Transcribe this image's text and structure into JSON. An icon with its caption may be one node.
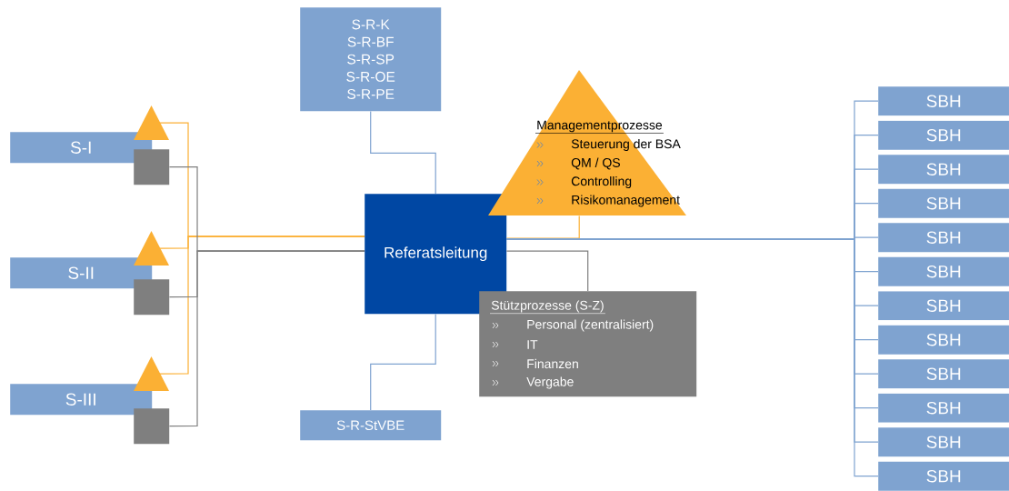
{
  "diagram": {
    "nodes": [
      {
        "text": [
          "S-R-K",
          "S-R-BF",
          "S-R-SP",
          "S-R-OE",
          "S-R-PE"
        ]
      },
      {
        "text": [
          "Referatsleitung"
        ]
      },
      {
        "text": [
          "Managementprozesse",
          "Steuerung der BSA",
          "QM / QS",
          "Controlling",
          "Risikomanagement"
        ]
      },
      {
        "text": [
          "Stützprozesse (S-Z)",
          "Personal (zentralisiert)",
          "IT",
          "Finanzen",
          "Vergabe"
        ]
      },
      {
        "text": [
          "S-R-StVBE"
        ]
      },
      {
        "text": [
          "S-I"
        ]
      },
      {
        "text": [
          "S-II"
        ]
      },
      {
        "text": [
          "S-III"
        ]
      },
      {
        "text": [],
        "shape": "triangle"
      },
      {
        "text": [],
        "shape": "box"
      },
      {
        "text": [],
        "shape": "triangle"
      },
      {
        "text": [],
        "shape": "box"
      },
      {
        "text": [],
        "shape": "triangle"
      },
      {
        "text": [],
        "shape": "box"
      },
      {
        "text": [
          "SBH"
        ]
      },
      {
        "text": [
          "SBH"
        ]
      },
      {
        "text": [
          "SBH"
        ]
      },
      {
        "text": [
          "SBH"
        ]
      },
      {
        "text": [
          "SBH"
        ]
      },
      {
        "text": [
          "SBH"
        ]
      },
      {
        "text": [
          "SBH"
        ]
      },
      {
        "text": [
          "SBH"
        ]
      },
      {
        "text": [
          "SBH"
        ]
      },
      {
        "text": [
          "SBH"
        ]
      },
      {
        "text": [
          "SBH"
        ]
      },
      {
        "text": [
          "SBH"
        ]
      }
    ],
    "edges": [
      {
        "from": 0,
        "to": 1,
        "arrow": "none"
      },
      {
        "from": 1,
        "to": 4,
        "arrow": "none"
      },
      {
        "from": 2,
        "to": 1,
        "arrow": "none",
        "color": "#fbb034"
      },
      {
        "from": 3,
        "to": 1,
        "arrow": "none",
        "color": "#7f7f7f"
      },
      {
        "from": 8,
        "to": 1,
        "arrow": "none",
        "color": "#fbb034"
      },
      {
        "from": 10,
        "to": 1,
        "arrow": "none",
        "color": "#fbb034"
      },
      {
        "from": 12,
        "to": 1,
        "arrow": "none",
        "color": "#fbb034"
      },
      {
        "from": 9,
        "to": 1,
        "arrow": "none",
        "color": "#7f7f7f"
      },
      {
        "from": 11,
        "to": 1,
        "arrow": "none",
        "color": "#7f7f7f"
      },
      {
        "from": 13,
        "to": 1,
        "arrow": "none",
        "color": "#7f7f7f"
      },
      {
        "from": 1,
        "to": 14,
        "arrow": "none"
      },
      {
        "from": 1,
        "to": 15,
        "arrow": "none"
      },
      {
        "from": 1,
        "to": 16,
        "arrow": "none"
      },
      {
        "from": 1,
        "to": 17,
        "arrow": "none"
      },
      {
        "from": 1,
        "to": 18,
        "arrow": "none"
      },
      {
        "from": 1,
        "to": 19,
        "arrow": "none"
      },
      {
        "from": 1,
        "to": 20,
        "arrow": "none"
      },
      {
        "from": 1,
        "to": 21,
        "arrow": "none"
      },
      {
        "from": 1,
        "to": 22,
        "arrow": "none"
      },
      {
        "from": 1,
        "to": 23,
        "arrow": "none"
      },
      {
        "from": 1,
        "to": 24,
        "arrow": "none"
      },
      {
        "from": 1,
        "to": 25,
        "arrow": "none"
      }
    ]
  }
}
